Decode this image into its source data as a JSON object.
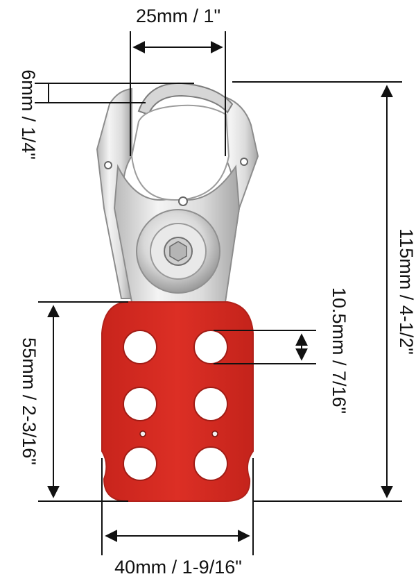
{
  "dimensions": {
    "top_width": "25mm / 1\"",
    "shackle_thickness": "6mm / 1/4\"",
    "total_height": "115mm / 4-1/2\"",
    "hole_diameter": "10.5mm / 7/16\"",
    "red_section_height": "55mm / 2-3/16\"",
    "bottom_width": "40mm / 1-9/16\""
  },
  "colors": {
    "red": "#d72b22",
    "red_dark": "#a81d17",
    "metal_light": "#f2f2f2",
    "metal_mid": "#c9c9c9",
    "metal_dark": "#8a8a8a",
    "dimension_line": "#111111"
  }
}
